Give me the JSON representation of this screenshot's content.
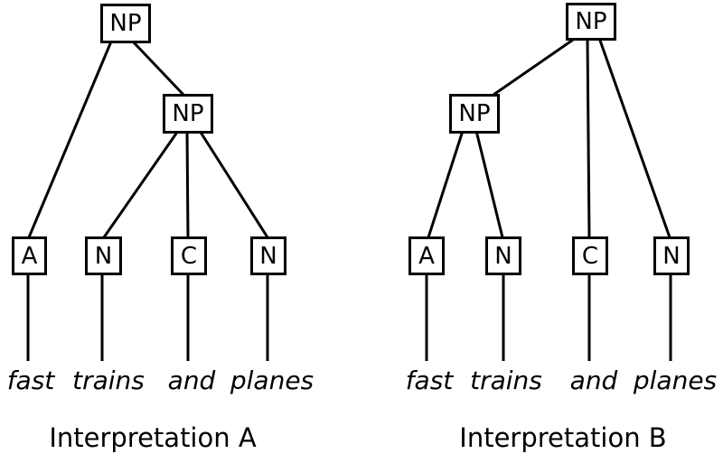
{
  "phrase": "fast trains and planes",
  "colors": {
    "background": "#ffffff",
    "line": "#000000",
    "text": "#000000",
    "box_border": "#000000",
    "box_fill": "#ffffff"
  },
  "trees": [
    {
      "caption": "Interpretation A",
      "root_label": "NP",
      "sub_label": "NP",
      "leaves": [
        "A",
        "N",
        "C",
        "N"
      ],
      "words": [
        "fast",
        "trains",
        "and",
        "planes"
      ],
      "edges": [
        [
          "NP-root",
          "A"
        ],
        [
          "NP-root",
          "NP-sub"
        ],
        [
          "NP-sub",
          "N1"
        ],
        [
          "NP-sub",
          "C"
        ],
        [
          "NP-sub",
          "N2"
        ]
      ]
    },
    {
      "caption": "Interpretation B",
      "root_label": "NP",
      "sub_label": "NP",
      "leaves": [
        "A",
        "N",
        "C",
        "N"
      ],
      "words": [
        "fast",
        "trains",
        "and",
        "planes"
      ],
      "edges": [
        [
          "NP-root",
          "NP-sub"
        ],
        [
          "NP-root",
          "C"
        ],
        [
          "NP-root",
          "N2"
        ],
        [
          "NP-sub",
          "A"
        ],
        [
          "NP-sub",
          "N1"
        ]
      ]
    }
  ]
}
